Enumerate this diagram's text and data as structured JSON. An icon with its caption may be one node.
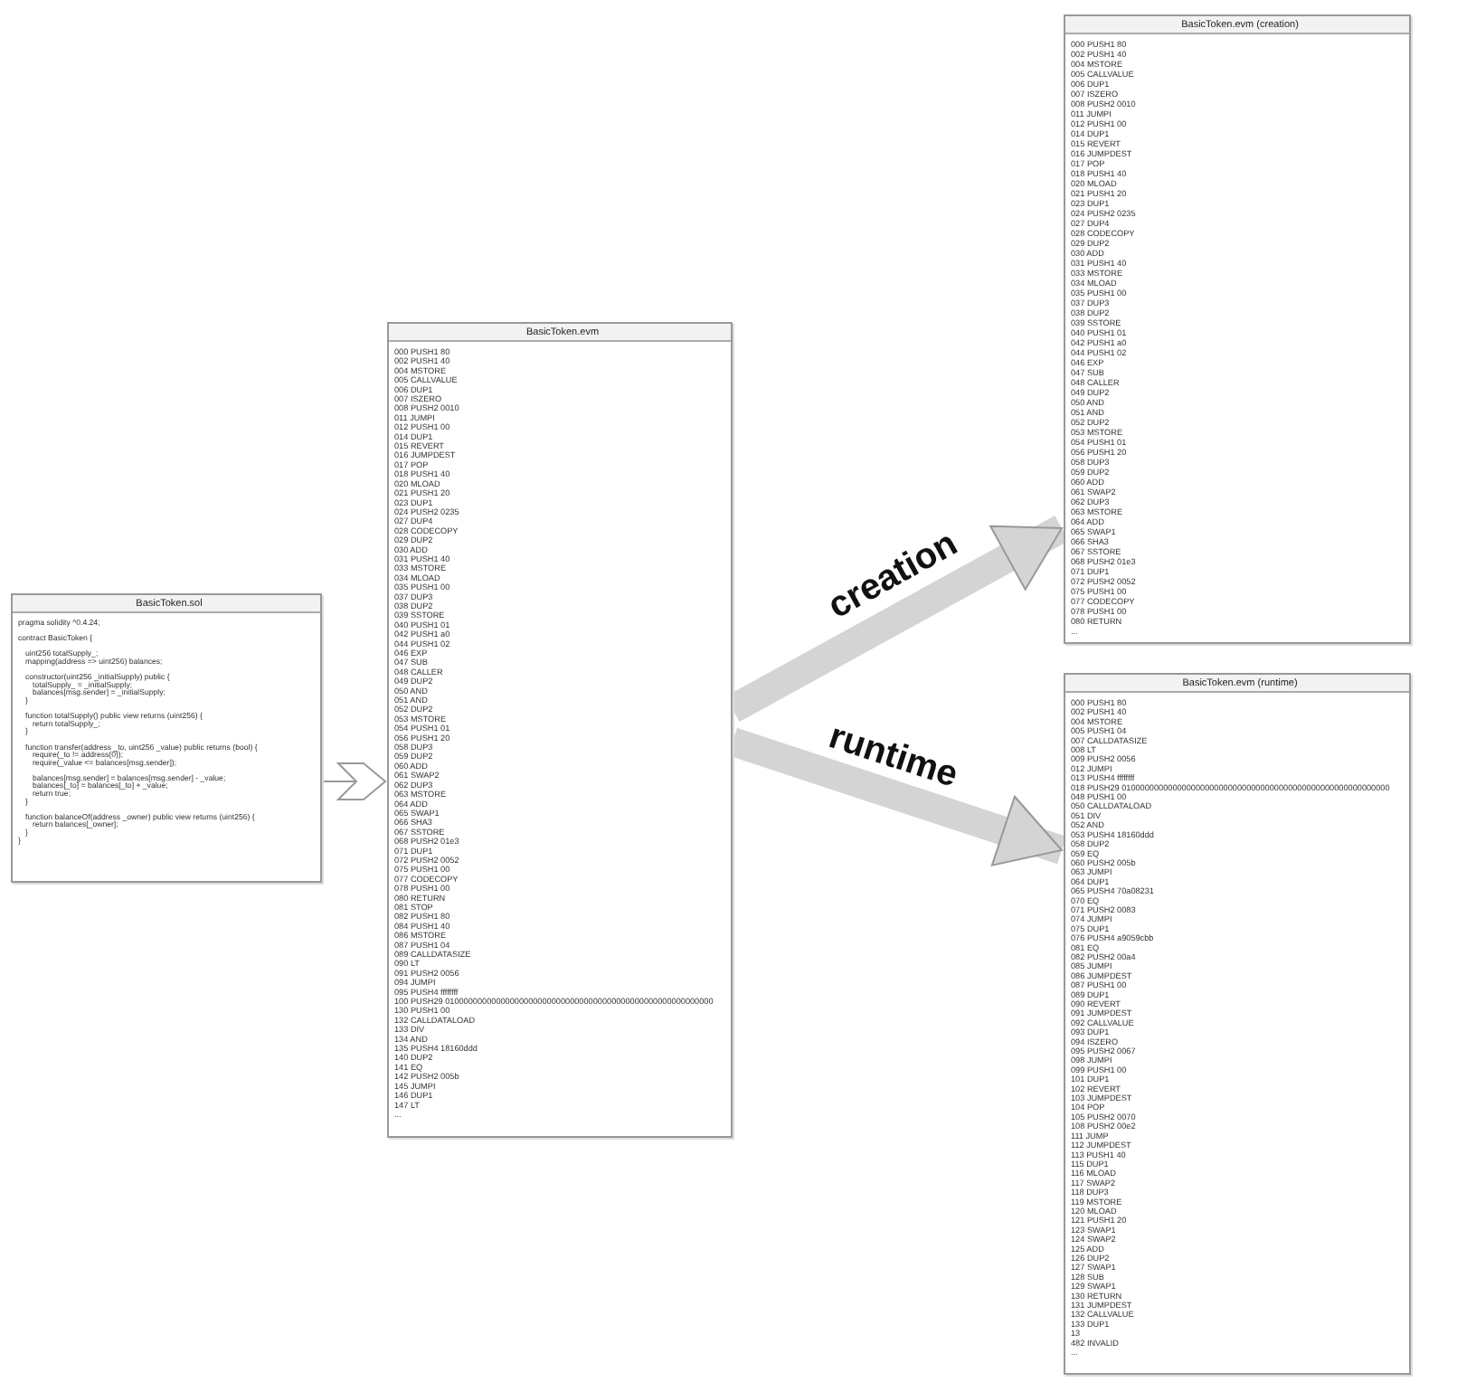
{
  "diagram": {
    "nodes": [
      {
        "text": [
          "BasicToken.sol",
          "pragma solidity ^0.4.24;",
          "contract BasicToken {",
          "uint256 totalSupply_;",
          "mapping(address => uint256) balances;",
          "constructor(uint256 _initialSupply) public {",
          "totalSupply_ = _initialSupply;",
          "balances[msg.sender] = _initialSupply;",
          "}",
          "function totalSupply() public view returns (uint256) {",
          "return totalSupply_;",
          "}",
          "function transfer(address _to, uint256 _value) public returns (bool) {",
          "require(_to != address(0));",
          "require(_value <= balances[msg.sender]);",
          "balances[msg.sender] = balances[msg.sender] - _value;",
          "balances[_to] = balances[_to] + _value;",
          "return true;",
          "}",
          "function balanceOf(address _owner) public view returns (uint256) {",
          "return balances[_owner];",
          "}",
          "}"
        ]
      },
      {
        "text": [
          "BasicToken.evm",
          "000 PUSH1 80",
          "002 PUSH1 40",
          "004 MSTORE",
          "005 CALLVALUE",
          "006 DUP1",
          "007 ISZERO",
          "008 PUSH2 0010",
          "011 JUMPI",
          "012 PUSH1 00",
          "014 DUP1",
          "015 REVERT",
          "016 JUMPDEST",
          "017 POP",
          "018 PUSH1 40",
          "020 MLOAD",
          "021 PUSH1 20",
          "023 DUP1",
          "024 PUSH2 0235",
          "027 DUP4",
          "028 CODECOPY",
          "029 DUP2",
          "030 ADD",
          "031 PUSH1 40",
          "033 MSTORE",
          "034 MLOAD",
          "035 PUSH1 00",
          "037 DUP3",
          "038 DUP2",
          "039 SSTORE",
          "040 PUSH1 01",
          "042 PUSH1 a0",
          "044 PUSH1 02",
          "046 EXP",
          "047 SUB",
          "048 CALLER",
          "049 DUP2",
          "050 AND",
          "051 AND",
          "052 DUP2",
          "053 MSTORE",
          "054 PUSH1 01",
          "056 PUSH1 20",
          "058 DUP3",
          "059 DUP2",
          "060 ADD",
          "061 SWAP2",
          "062 DUP3",
          "063 MSTORE",
          "064 ADD",
          "065 SWAP1",
          "066 SHA3",
          "067 SSTORE",
          "068 PUSH2 01e3",
          "071 DUP1",
          "072 PUSH2 0052",
          "075 PUSH1 00",
          "077 CODECOPY",
          "078 PUSH1 00",
          "080 RETURN",
          "081 STOP",
          "082 PUSH1 80",
          "084 PUSH1 40",
          "086 MSTORE",
          "087 PUSH1 04",
          "089 CALLDATASIZE",
          "090 LT",
          "091 PUSH2 0056",
          "094 JUMPI",
          "095 PUSH4 ffffffff",
          "100 PUSH29 0100000000000000000000000000000000000000000000000000000000",
          "130 PUSH1 00",
          "132 CALLDATALOAD",
          "133 DIV",
          "134 AND",
          "135 PUSH4 18160ddd",
          "140 DUP2",
          "141 EQ",
          "142 PUSH2 005b",
          "145 JUMPI",
          "146 DUP1",
          "147 LT",
          "..."
        ]
      },
      {
        "text": [
          "BasicToken.evm (creation)",
          "000 PUSH1 80",
          "002 PUSH1 40",
          "004 MSTORE",
          "005 CALLVALUE",
          "006 DUP1",
          "007 ISZERO",
          "008 PUSH2 0010",
          "011 JUMPI",
          "012 PUSH1 00",
          "014 DUP1",
          "015 REVERT",
          "016 JUMPDEST",
          "017 POP",
          "018 PUSH1 40",
          "020 MLOAD",
          "021 PUSH1 20",
          "023 DUP1",
          "024 PUSH2 0235",
          "027 DUP4",
          "028 CODECOPY",
          "029 DUP2",
          "030 ADD",
          "031 PUSH1 40",
          "033 MSTORE",
          "034 MLOAD",
          "035 PUSH1 00",
          "037 DUP3",
          "038 DUP2",
          "039 SSTORE",
          "040 PUSH1 01",
          "042 PUSH1 a0",
          "044 PUSH1 02",
          "046 EXP",
          "047 SUB",
          "048 CALLER",
          "049 DUP2",
          "050 AND",
          "051 AND",
          "052 DUP2",
          "053 MSTORE",
          "054 PUSH1 01",
          "056 PUSH1 20",
          "058 DUP3",
          "059 DUP2",
          "060 ADD",
          "061 SWAP2",
          "062 DUP3",
          "063 MSTORE",
          "064 ADD",
          "065 SWAP1",
          "066 SHA3",
          "067 SSTORE",
          "068 PUSH2 01e3",
          "071 DUP1",
          "072 PUSH2 0052",
          "075 PUSH1 00",
          "077 CODECOPY",
          "078 PUSH1 00",
          "080 RETURN",
          "..."
        ]
      },
      {
        "text": [
          "BasicToken.evm (runtime)",
          "000 PUSH1 80",
          "002 PUSH1 40",
          "004 MSTORE",
          "005 PUSH1 04",
          "007 CALLDATASIZE",
          "008 LT",
          "009 PUSH2 0056",
          "012 JUMPI",
          "013 PUSH4 ffffffff",
          "018 PUSH29 0100000000000000000000000000000000000000000000000000000000",
          "048 PUSH1 00",
          "050 CALLDATALOAD",
          "051 DIV",
          "052 AND",
          "053 PUSH4 18160ddd",
          "058 DUP2",
          "059 EQ",
          "060 PUSH2 005b",
          "063 JUMPI",
          "064 DUP1",
          "065 PUSH4 70a08231",
          "070 EQ",
          "071 PUSH2 0083",
          "074 JUMPI",
          "075 DUP1",
          "076 PUSH4 a9059cbb",
          "081 EQ",
          "082 PUSH2 00a4",
          "085 JUMPI",
          "086 JUMPDEST",
          "087 PUSH1 00",
          "089 DUP1",
          "090 REVERT",
          "091 JUMPDEST",
          "092 CALLVALUE",
          "093 DUP1",
          "094 ISZERO",
          "095 PUSH2 0067",
          "098 JUMPI",
          "099 PUSH1 00",
          "101 DUP1",
          "102 REVERT",
          "103 JUMPDEST",
          "104 POP",
          "105 PUSH2 0070",
          "108 PUSH2 00e2",
          "111 JUMP",
          "112 JUMPDEST",
          "113 PUSH1 40",
          "115 DUP1",
          "116 MLOAD",
          "117 SWAP2",
          "118 DUP3",
          "119 MSTORE",
          "120 MLOAD",
          "121 PUSH1 20",
          "123 SWAP1",
          "124 SWAP2",
          "125 ADD",
          "126 DUP2",
          "127 SWAP1",
          "128 SUB",
          "129 SWAP1",
          "130 RETURN",
          "131 JUMPDEST",
          "132 CALLVALUE",
          "133 DUP1",
          "13",
          "482 INVALID",
          "..."
        ]
      }
    ],
    "edges": [
      {
        "from": 0,
        "to": 1,
        "arrow": "to"
      },
      {
        "from": 1,
        "to": 2,
        "arrow": "to",
        "label": "creation"
      },
      {
        "from": 1,
        "to": 3,
        "arrow": "to",
        "label": "runtime"
      }
    ]
  }
}
